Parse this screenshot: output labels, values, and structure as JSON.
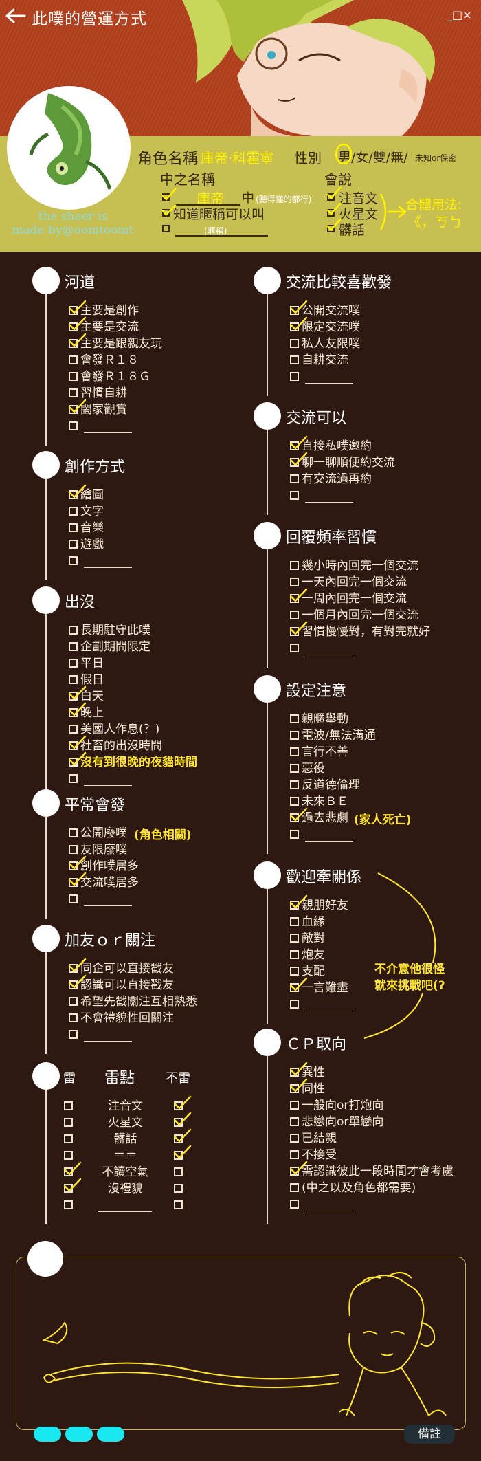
{
  "header": {
    "title": "此噗的營運方式",
    "window_controls": "_□×"
  },
  "profile": {
    "credit_line1": "the sheer is",
    "credit_line2": "made by@oomtoomt",
    "char_label": "角色名稱",
    "char_name": "庫帝‧科霍寧",
    "gender_label": "性別",
    "gender_opts": "男/女/雙/無/",
    "gender_note": "未知or保密",
    "cn_label": "中之名稱",
    "cn_value": "庫帝",
    "cn_suffix": "中",
    "cn_note": "(聽得懂的都行)",
    "cn_opt2": "知道暱稱可以叫",
    "cn_opt3_note": "(暱稱)",
    "speak_label": "會說",
    "speak_opts": [
      "注音文",
      "火星文",
      "髒話"
    ],
    "combo_label": "合體用法:",
    "combo_value": "《，ㄎㄅ"
  },
  "sections": {
    "s1": {
      "title": "河道",
      "items": [
        {
          "label": "主要是創作",
          "checked": true
        },
        {
          "label": "主要是交流",
          "checked": true
        },
        {
          "label": "主要是跟親友玩",
          "checked": true
        },
        {
          "label": "會發Ｒ１８",
          "checked": false
        },
        {
          "label": "會發Ｒ１８Ｇ",
          "checked": false
        },
        {
          "label": "習慣自耕",
          "checked": false
        },
        {
          "label": "闔家觀賞",
          "checked": true
        }
      ]
    },
    "s2": {
      "title": "創作方式",
      "items": [
        {
          "label": "繪圖",
          "checked": true
        },
        {
          "label": "文字",
          "checked": false
        },
        {
          "label": "音樂",
          "checked": false
        },
        {
          "label": "遊戲",
          "checked": false
        }
      ]
    },
    "s3": {
      "title": "出沒",
      "items": [
        {
          "label": "長期駐守此噗",
          "checked": false
        },
        {
          "label": "企劃期間限定",
          "checked": false
        },
        {
          "label": "平日",
          "checked": false
        },
        {
          "label": "假日",
          "checked": false
        },
        {
          "label": "白天",
          "checked": true
        },
        {
          "label": "晚上",
          "checked": true
        },
        {
          "label": "美國人作息(？)",
          "checked": false
        },
        {
          "label": "社畜的出沒時間",
          "checked": true
        },
        {
          "label": "沒有到很晚的夜貓時間",
          "checked": true
        }
      ]
    },
    "s4": {
      "title": "平常會發",
      "items": [
        {
          "label": "公開廢噗",
          "checked": false
        },
        {
          "label": "友限廢噗",
          "checked": false
        },
        {
          "label": "創作噗居多",
          "checked": true
        },
        {
          "label": "交流噗居多",
          "checked": true
        }
      ],
      "note": "(角色相關)"
    },
    "s5": {
      "title": "加友ｏｒ關注",
      "items": [
        {
          "label": "同企可以直接戳友",
          "checked": true
        },
        {
          "label": "認識可以直接戳友",
          "checked": true
        },
        {
          "label": "希望先戳關注互相熟悉",
          "checked": false
        },
        {
          "label": "不會禮貌性回關注",
          "checked": false
        }
      ]
    },
    "s6": {
      "title": "雷點",
      "left_head": "雷",
      "right_head": "不雷",
      "items": [
        {
          "label": "注音文",
          "lei": false,
          "bulei": true
        },
        {
          "label": "火星文",
          "lei": false,
          "bulei": true
        },
        {
          "label": "髒話",
          "lei": false,
          "bulei": true
        },
        {
          "label": "＝＝",
          "lei": false,
          "bulei": true
        },
        {
          "label": "不讀空氣",
          "lei": true,
          "bulei": false
        },
        {
          "label": "沒禮貌",
          "lei": true,
          "bulei": false
        }
      ]
    },
    "s7": {
      "title": "交流比較喜歡發",
      "items": [
        {
          "label": "公開交流噗",
          "checked": true
        },
        {
          "label": "限定交流噗",
          "checked": true
        },
        {
          "label": "私人友限噗",
          "checked": false
        },
        {
          "label": "自耕交流",
          "checked": false
        }
      ]
    },
    "s8": {
      "title": "交流可以",
      "items": [
        {
          "label": "直接私噗邀約",
          "checked": true
        },
        {
          "label": "聊一聊順便約交流",
          "checked": true
        },
        {
          "label": "有交流過再約",
          "checked": false
        }
      ]
    },
    "s9": {
      "title": "回覆頻率習慣",
      "items": [
        {
          "label": "幾小時內回完一個交流",
          "checked": false
        },
        {
          "label": "一天內回完一個交流",
          "checked": false
        },
        {
          "label": "一周內回完一個交流",
          "checked": true
        },
        {
          "label": "一個月內回完一個交流",
          "checked": false
        },
        {
          "label": "習慣慢慢對，有對完就好",
          "checked": true
        }
      ]
    },
    "s10": {
      "title": "設定注意",
      "items": [
        {
          "label": "親暱舉動",
          "checked": false
        },
        {
          "label": "電波/無法溝通",
          "checked": false
        },
        {
          "label": "言行不善",
          "checked": false
        },
        {
          "label": "惡役",
          "checked": false
        },
        {
          "label": "反道德倫理",
          "checked": false
        },
        {
          "label": "未來ＢＥ",
          "checked": false
        },
        {
          "label": "過去悲劇",
          "checked": true
        }
      ],
      "note": "(家人死亡)"
    },
    "s11": {
      "title": "歡迎牽關係",
      "items": [
        {
          "label": "親朋好友",
          "checked": true
        },
        {
          "label": "血緣",
          "checked": false
        },
        {
          "label": "敵對",
          "checked": false
        },
        {
          "label": "炮友",
          "checked": false
        },
        {
          "label": "支配",
          "checked": false
        },
        {
          "label": "一言難盡",
          "checked": true
        }
      ],
      "note_line1": "不介意他很怪",
      "note_line2": "就來挑戰吧(?"
    },
    "s12": {
      "title": "ＣＰ取向",
      "items": [
        {
          "label": "異性",
          "checked": true
        },
        {
          "label": "同性",
          "checked": true
        },
        {
          "label": "一般向or打炮向",
          "checked": false
        },
        {
          "label": "悲戀向or單戀向",
          "checked": false
        },
        {
          "label": "已結親",
          "checked": false
        },
        {
          "label": "不接受",
          "checked": false
        },
        {
          "label": "需認識彼此一段時間才會考慮",
          "checked": true
        },
        {
          "label": "(中之以及角色都需要)",
          "checked": false
        }
      ]
    }
  },
  "footer": {
    "notes_label": "備註"
  },
  "colors": {
    "header_red": "#b3401e",
    "band_olive": "#c8bf53",
    "bg_brown": "#2e1812",
    "accent_yellow": "#ffe530",
    "tab_cyan": "#19e8f0"
  }
}
